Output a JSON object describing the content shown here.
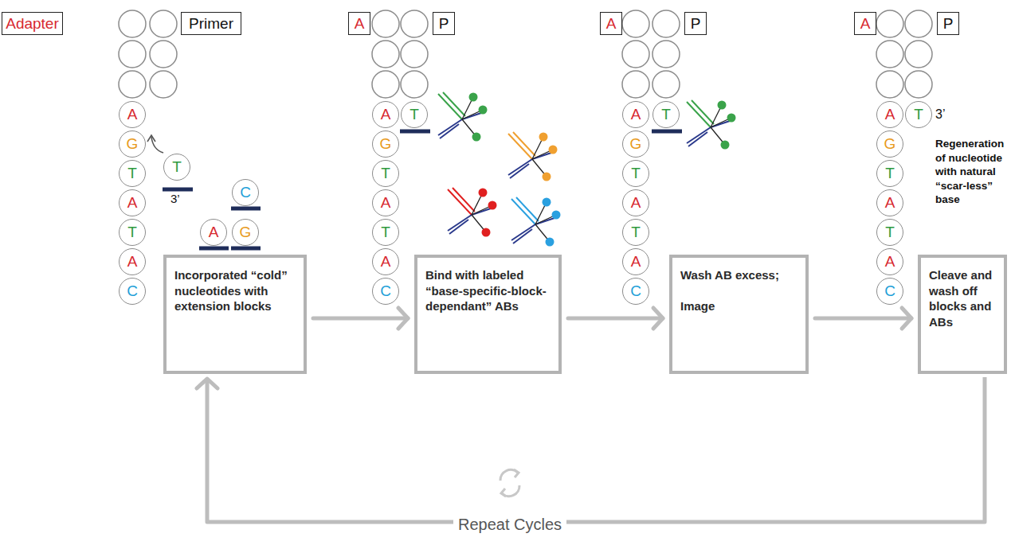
{
  "diagram": {
    "nodes": [
      {
        "text": [
          "Adapter"
        ]
      },
      {
        "text": [
          "Primer"
        ]
      },
      {
        "text": [
          "A"
        ]
      },
      {
        "text": [
          "G"
        ]
      },
      {
        "text": [
          "T"
        ]
      },
      {
        "text": [
          "A"
        ]
      },
      {
        "text": [
          "T"
        ]
      },
      {
        "text": [
          "A"
        ]
      },
      {
        "text": [
          "C"
        ]
      },
      {
        "text": [
          "T"
        ]
      },
      {
        "text": [
          "C"
        ]
      },
      {
        "text": [
          "A"
        ]
      },
      {
        "text": [
          "G"
        ]
      },
      {
        "text": [
          "Incorporated “cold” nucleotides with extension blocks"
        ]
      },
      {
        "text": [
          "A"
        ]
      },
      {
        "text": [
          "P"
        ]
      },
      {
        "text": [
          "A"
        ]
      },
      {
        "text": [
          "G"
        ]
      },
      {
        "text": [
          "T"
        ]
      },
      {
        "text": [
          "A"
        ]
      },
      {
        "text": [
          "T"
        ]
      },
      {
        "text": [
          "A"
        ]
      },
      {
        "text": [
          "C"
        ]
      },
      {
        "text": [
          "T"
        ]
      },
      {
        "text": [
          "Bind with labeled “base-specific-block-dependant” ABs"
        ]
      },
      {
        "text": [
          "A"
        ]
      },
      {
        "text": [
          "P"
        ]
      },
      {
        "text": [
          "A"
        ]
      },
      {
        "text": [
          "G"
        ]
      },
      {
        "text": [
          "T"
        ]
      },
      {
        "text": [
          "A"
        ]
      },
      {
        "text": [
          "T"
        ]
      },
      {
        "text": [
          "A"
        ]
      },
      {
        "text": [
          "C"
        ]
      },
      {
        "text": [
          "T"
        ]
      },
      {
        "text": [
          "Wash AB excess;",
          "Image"
        ]
      },
      {
        "text": [
          "A"
        ]
      },
      {
        "text": [
          "P"
        ]
      },
      {
        "text": [
          "A"
        ]
      },
      {
        "text": [
          "G"
        ]
      },
      {
        "text": [
          "T"
        ]
      },
      {
        "text": [
          "A"
        ]
      },
      {
        "text": [
          "T"
        ]
      },
      {
        "text": [
          "A"
        ]
      },
      {
        "text": [
          "C"
        ]
      },
      {
        "text": [
          "T"
        ]
      },
      {
        "text": [
          "Cleave and wash off blocks and ABs"
        ]
      }
    ],
    "edges": [
      {
        "from": 13,
        "to": 24,
        "arrow": "to"
      },
      {
        "from": 24,
        "to": 35,
        "arrow": "to"
      },
      {
        "from": 35,
        "to": 46,
        "arrow": "to"
      },
      {
        "from": 46,
        "to": 13,
        "arrow": "to"
      }
    ],
    "labels": [
      "3’",
      "3’",
      "Regeneration of nucleotide with natural “scar-less” base",
      "Repeat Cycles"
    ]
  }
}
